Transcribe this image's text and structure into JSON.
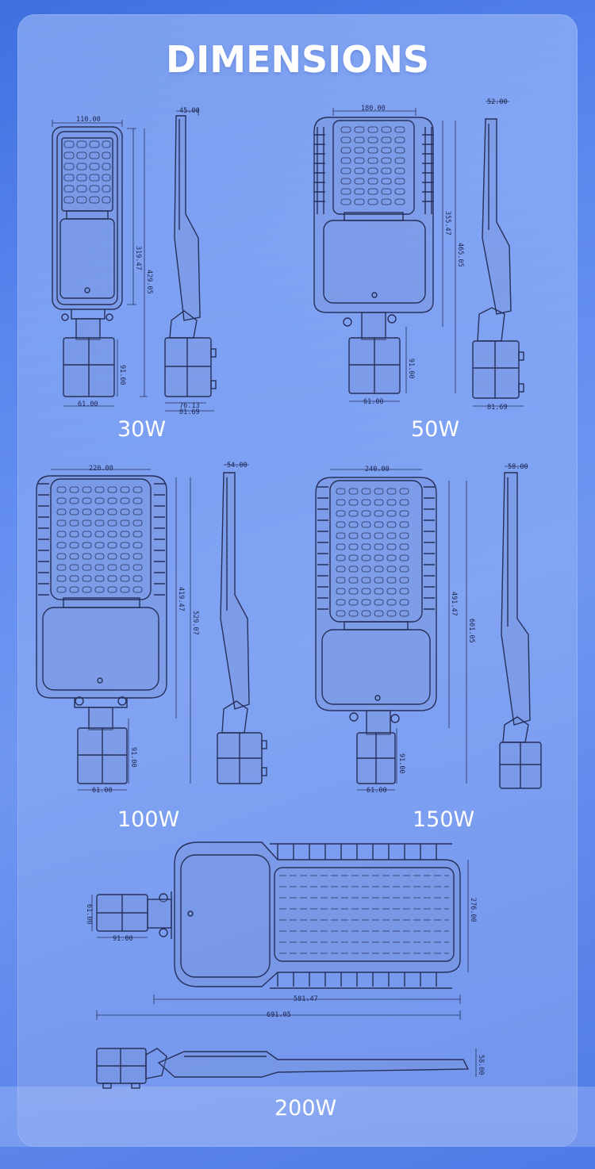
{
  "title": "DIMENSIONS",
  "labels": {
    "w30": "30W",
    "w50": "50W",
    "w100": "100W",
    "w150": "150W",
    "w200": "200W"
  },
  "dims": {
    "m30": {
      "width": "110.00",
      "side_depth": "45.00",
      "led_len": "319.47",
      "total_len": "429.05",
      "bracket_len": "91.00",
      "bracket_w": "61.00",
      "base1": "76.13",
      "base2": "81.69"
    },
    "m50": {
      "width": "180.00",
      "side_depth": "52.00",
      "led_len": "355.47",
      "total_len": "465.05",
      "bracket_len": "91.00",
      "bracket_w": "61.00",
      "base2": "81.69"
    },
    "m100": {
      "width": "220.00",
      "side_depth": "54.00",
      "led_len": "419.47",
      "total_len": "529.07",
      "bracket_len": "91.00",
      "bracket_w": "61.00"
    },
    "m150": {
      "width": "240.00",
      "side_depth": "58.00",
      "led_len": "491.47",
      "total_len": "601.05",
      "bracket_len": "91.00",
      "bracket_w": "61.00"
    },
    "m200": {
      "width": "276.00",
      "side_depth": "58.00",
      "led_len": "581.47",
      "total_len": "691.05",
      "bracket_len": "91.00",
      "bracket_w": "61.00"
    }
  },
  "colors": {
    "background": "#5a86ee",
    "title": "#ffffff",
    "line": "#27305a"
  }
}
